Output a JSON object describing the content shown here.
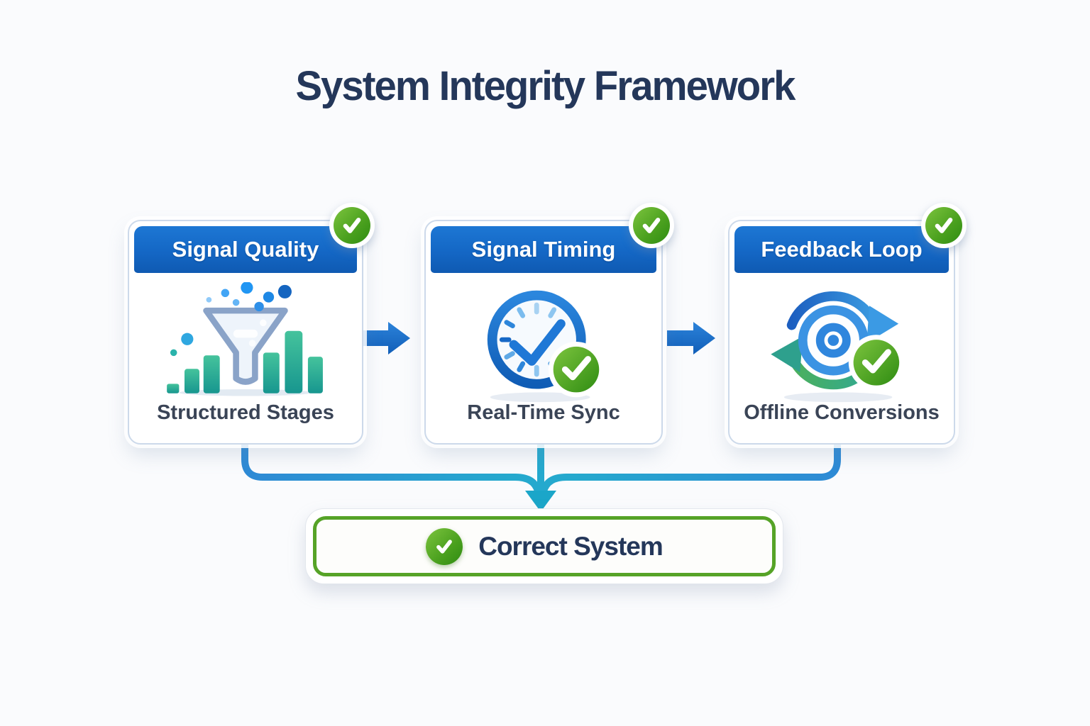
{
  "title": "System Integrity Framework",
  "cards": [
    {
      "header": "Signal Quality",
      "caption": "Structured Stages",
      "icon": "funnel-chart-icon",
      "badge": "check"
    },
    {
      "header": "Signal Timing",
      "caption": "Real-Time Sync",
      "icon": "clock-check-icon",
      "badge": "check"
    },
    {
      "header": "Feedback Loop",
      "caption": "Offline Conversions",
      "icon": "sync-target-check-icon",
      "badge": "check"
    }
  ],
  "result": {
    "label": "Correct System",
    "icon": "check-circle-icon"
  },
  "flow": {
    "card_to_card": "right-arrow",
    "cards_to_result": "merge-down-arrow"
  },
  "colors": {
    "background": "#fafbfd",
    "title_navy": "#24375a",
    "header_blue": "#1467c5",
    "caption_gray": "#3a4456",
    "badge_green": "#4aa01e",
    "connector_blue": "#2f86d6",
    "connector_teal": "#25a9ce",
    "result_border_green": "#56a327",
    "bars_teal": "#17968f"
  }
}
